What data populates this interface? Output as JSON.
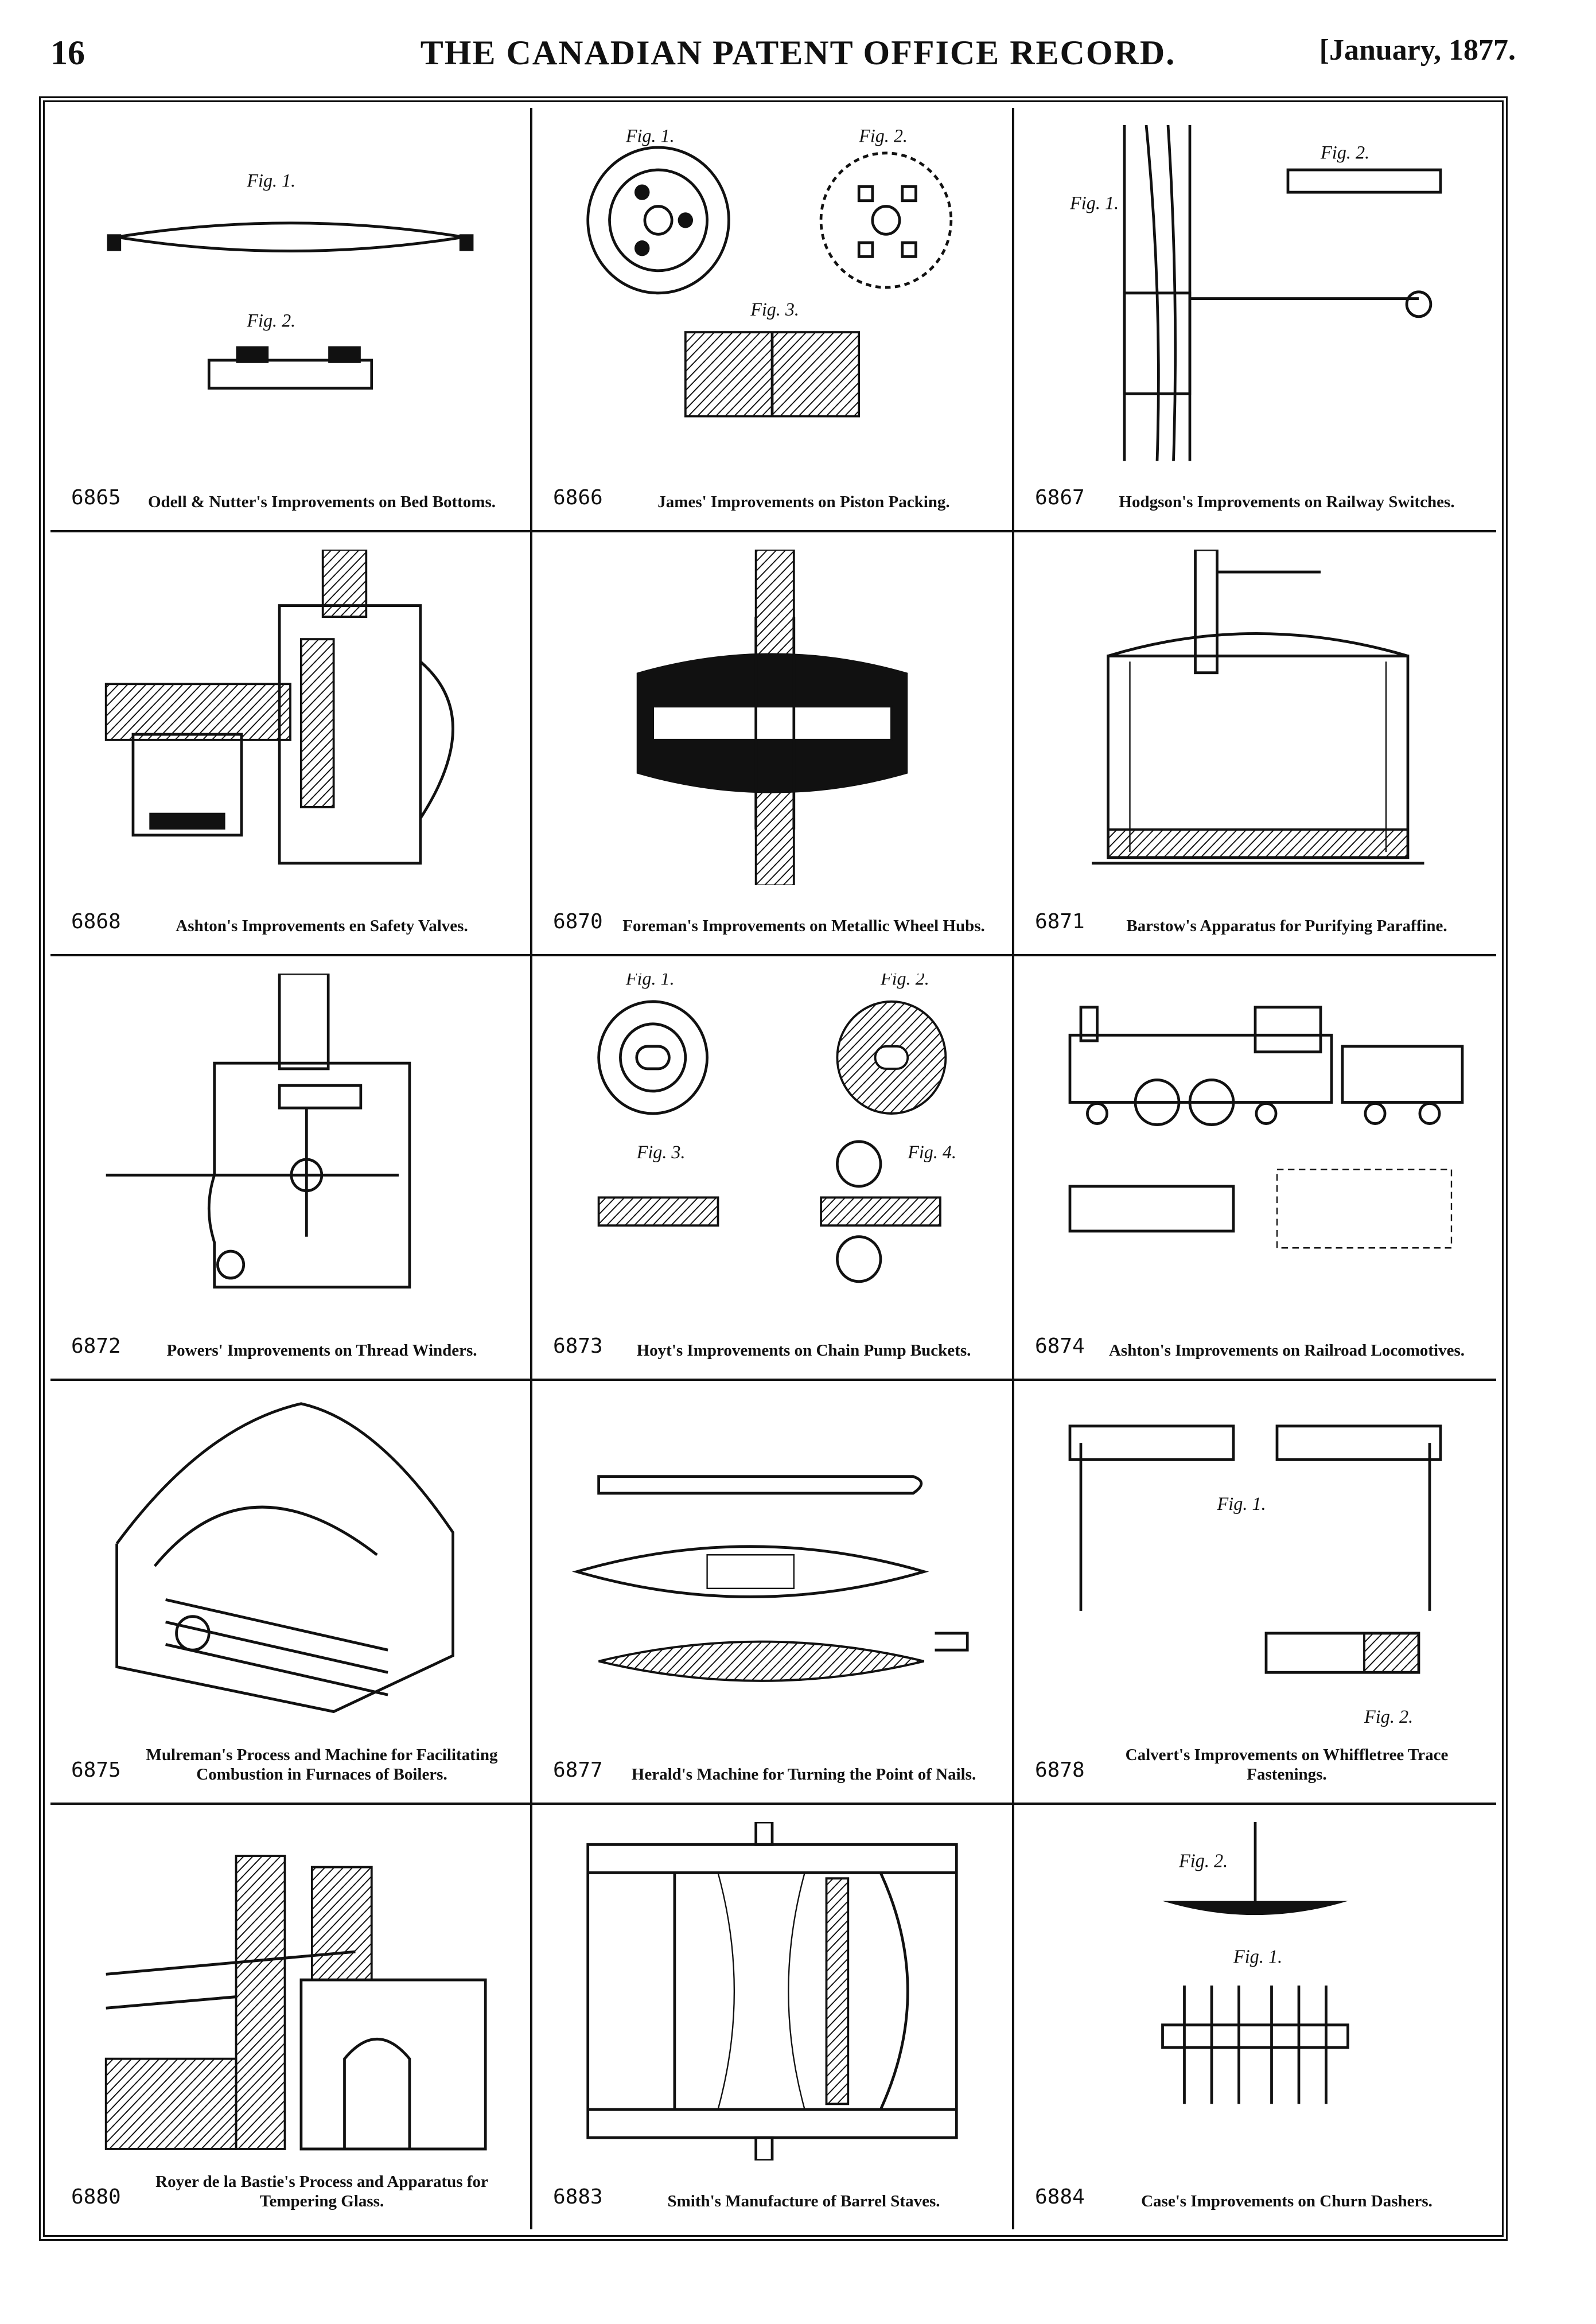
{
  "header": {
    "page_number": "16",
    "title": "THE CANADIAN PATENT OFFICE RECORD.",
    "date": "[January, 1877."
  },
  "patents": [
    {
      "number": "6865",
      "caption": "Odell & Nutter's Improvements on Bed Bottoms.",
      "figure": "bed-bottom-drawing"
    },
    {
      "number": "6866",
      "caption": "James' Improvements on Piston Packing.",
      "figure": "piston-packing-drawing"
    },
    {
      "number": "6867",
      "caption": "Hodgson's Improvements on Railway Switches.",
      "figure": "railway-switch-drawing"
    },
    {
      "number": "6868",
      "caption": "Ashton's Improvements en Safety Valves.",
      "figure": "safety-valve-drawing"
    },
    {
      "number": "6870",
      "caption": "Foreman's Improvements on Metallic Wheel Hubs.",
      "figure": "wheel-hub-drawing"
    },
    {
      "number": "6871",
      "caption": "Barstow's Apparatus for Purifying Paraffine.",
      "figure": "paraffine-apparatus-drawing"
    },
    {
      "number": "6872",
      "caption": "Powers' Improvements on Thread Winders.",
      "figure": "thread-winder-drawing"
    },
    {
      "number": "6873",
      "caption": "Hoyt's Improvements on Chain Pump Buckets.",
      "figure": "pump-bucket-drawing"
    },
    {
      "number": "6874",
      "caption": "Ashton's Improvements on Railroad Locomotives.",
      "figure": "locomotive-drawing"
    },
    {
      "number": "6875",
      "caption": "Mulreman's Process and Machine for Facilitating Combustion in Furnaces of Boilers.",
      "figure": "furnace-drawing"
    },
    {
      "number": "6877",
      "caption": "Herald's Machine for Turning the Point of Nails.",
      "figure": "nail-machine-drawing"
    },
    {
      "number": "6878",
      "caption": "Calvert's Improvements on Whiffletree Trace Fastenings.",
      "figure": "whiffletree-drawing"
    },
    {
      "number": "6880",
      "caption": "Royer de la Bastie's Process and Apparatus for Tempering Glass.",
      "figure": "glass-tempering-drawing"
    },
    {
      "number": "6883",
      "caption": "Smith's Manufacture of Barrel Staves.",
      "figure": "barrel-stave-drawing"
    },
    {
      "number": "6884",
      "caption": "Case's Improvements on Churn Dashers.",
      "figure": "churn-dasher-drawing"
    }
  ],
  "figure_labels": {
    "fig1": "Fig. 1.",
    "fig2": "Fig. 2.",
    "fig3": "Fig. 3.",
    "fig4": "Fig. 4."
  }
}
